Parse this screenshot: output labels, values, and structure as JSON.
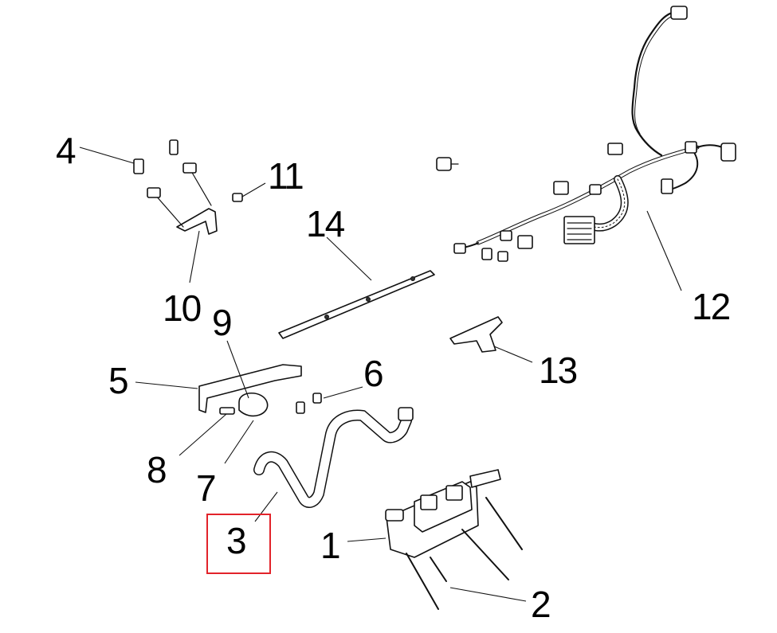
{
  "diagram": {
    "callouts": [
      {
        "id": "1",
        "text": "1"
      },
      {
        "id": "2",
        "text": "2"
      },
      {
        "id": "3",
        "text": "3",
        "highlighted": true
      },
      {
        "id": "4",
        "text": "4"
      },
      {
        "id": "5",
        "text": "5"
      },
      {
        "id": "6",
        "text": "6"
      },
      {
        "id": "7",
        "text": "7"
      },
      {
        "id": "8",
        "text": "8"
      },
      {
        "id": "9",
        "text": "9"
      },
      {
        "id": "10",
        "text": "10"
      },
      {
        "id": "11",
        "text": "11"
      },
      {
        "id": "12",
        "text": "12"
      },
      {
        "id": "13",
        "text": "13"
      },
      {
        "id": "14",
        "text": "14"
      }
    ],
    "highlight_color": "#e2232a",
    "line_color": "#111111"
  }
}
